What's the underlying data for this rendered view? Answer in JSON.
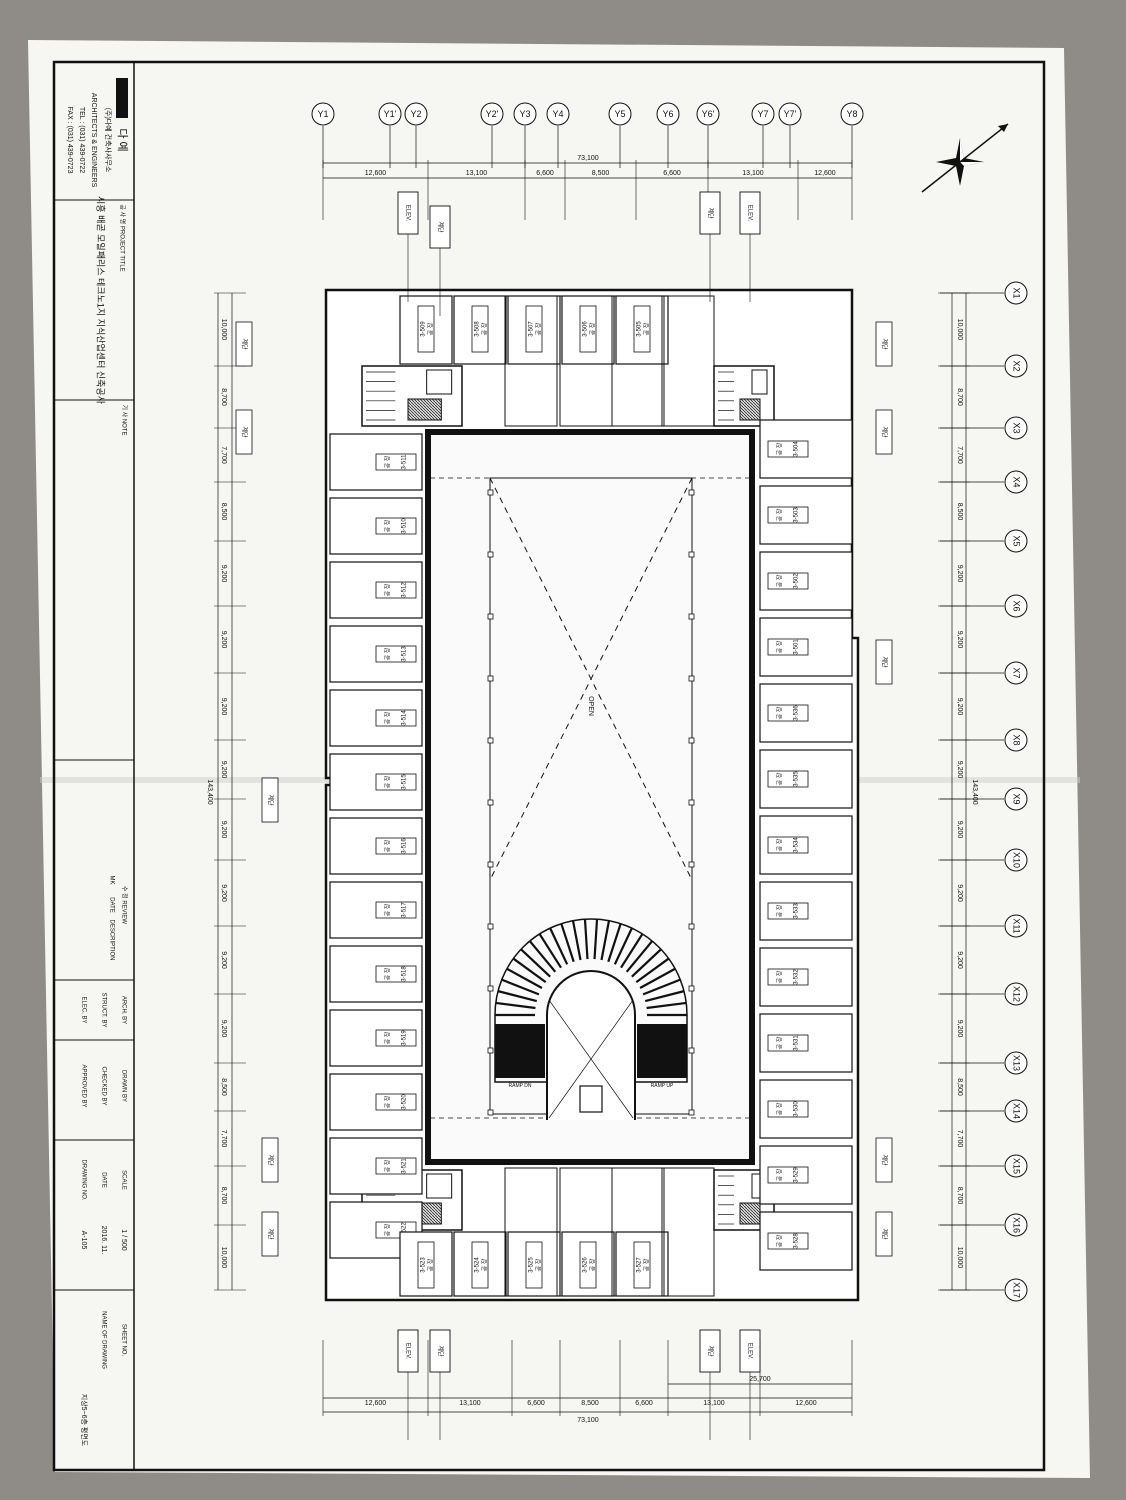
{
  "grid_y": [
    "Y1",
    "Y1'",
    "Y2",
    "Y2'",
    "Y3",
    "Y4",
    "Y5",
    "Y6",
    "Y6'",
    "Y7",
    "Y7'",
    "Y8"
  ],
  "grid_x": [
    "X1",
    "X2",
    "X3",
    "X4",
    "X5",
    "X6",
    "X7",
    "X8",
    "X9",
    "X10",
    "X11",
    "X12",
    "X13",
    "X14",
    "X15",
    "X16",
    "X17"
  ],
  "dims_top": [
    "12,600",
    "13,100",
    "6,600",
    "8,500",
    "6,600",
    "13,100",
    "12,600"
  ],
  "dims_top_total": "73,100",
  "dims_bottom": [
    "12,600",
    "13,100",
    "6,600",
    "8,500",
    "6,600",
    "13,100",
    "12,600"
  ],
  "dims_bottom_total": "73,100",
  "dims_bottom_right": "25,700",
  "dims_side": [
    "10,000",
    "8,700",
    "7,700",
    "8,500",
    "9,200",
    "9,200",
    "9,200",
    "9,200",
    "9,200",
    "9,200",
    "9,200",
    "9,200",
    "8,500",
    "7,700",
    "8,700",
    "10,000"
  ],
  "dims_side_total": "143,400",
  "units_left": [
    "3-511",
    "3-510",
    "3-512",
    "3-513",
    "3-514",
    "3-515",
    "3-516",
    "3-517",
    "3-518",
    "3-519",
    "3-520",
    "3-521",
    "3-522"
  ],
  "units_right": [
    "3-504",
    "3-503",
    "3-502",
    "3-501",
    "3-536",
    "3-535",
    "3-534",
    "3-533",
    "3-532",
    "3-531",
    "3-530",
    "3-529",
    "3-528"
  ],
  "units_top": [
    "3-509",
    "3-508",
    "3-507",
    "3-506",
    "3-505"
  ],
  "units_bottom": [
    "3-523",
    "3-524",
    "3-525",
    "3-526",
    "3-527"
  ],
  "unit_label": "공 장",
  "elev_label": "ELEV.",
  "stair_label": "계단",
  "ramp_down": "RAMP DN",
  "ramp_up": "RAMP UP",
  "void_label": "OPEN",
  "title_block": {
    "company_kr": "(주)다예 건축사사무소",
    "company_mark": "다 예",
    "company_en": "ARCHITECTS & ENGINEERS",
    "tel": "TEL : (031) 439-0722",
    "fax": "FAX : (031) 439-0723",
    "project_title_label": "공 사 명 PROJECT TITLE",
    "project_title": "시흥 배곧 모일패리스 테크노1지 지식산업센터 신축공사",
    "notes_label": "기 사 NOTE",
    "review_label": "수 정 REVIEW",
    "review_cols": [
      "MK",
      "DATE",
      "DESCRIPTION"
    ],
    "arch_by": "ARCH. BY",
    "struct_by": "STRUCT. BY",
    "elec_by": "ELEC. BY",
    "drawn_by": "DRAWN BY",
    "checked_by": "CHECKED BY",
    "approved_by": "APPROVED BY",
    "scale_label": "SCALE",
    "scale": "1 / 500",
    "date_label": "DATE",
    "date": "2016. 11.",
    "drawing_no_label": "DRAWING NO.",
    "drawing_no": "A-105",
    "sheet_no_label": "SHEET NO.",
    "name_label": "NAME OF DRAWING",
    "name": "지상5~6층 평면도"
  },
  "colors": {
    "paper": "#f7f7f4",
    "line": "#111111",
    "background": "#8f8c87"
  }
}
